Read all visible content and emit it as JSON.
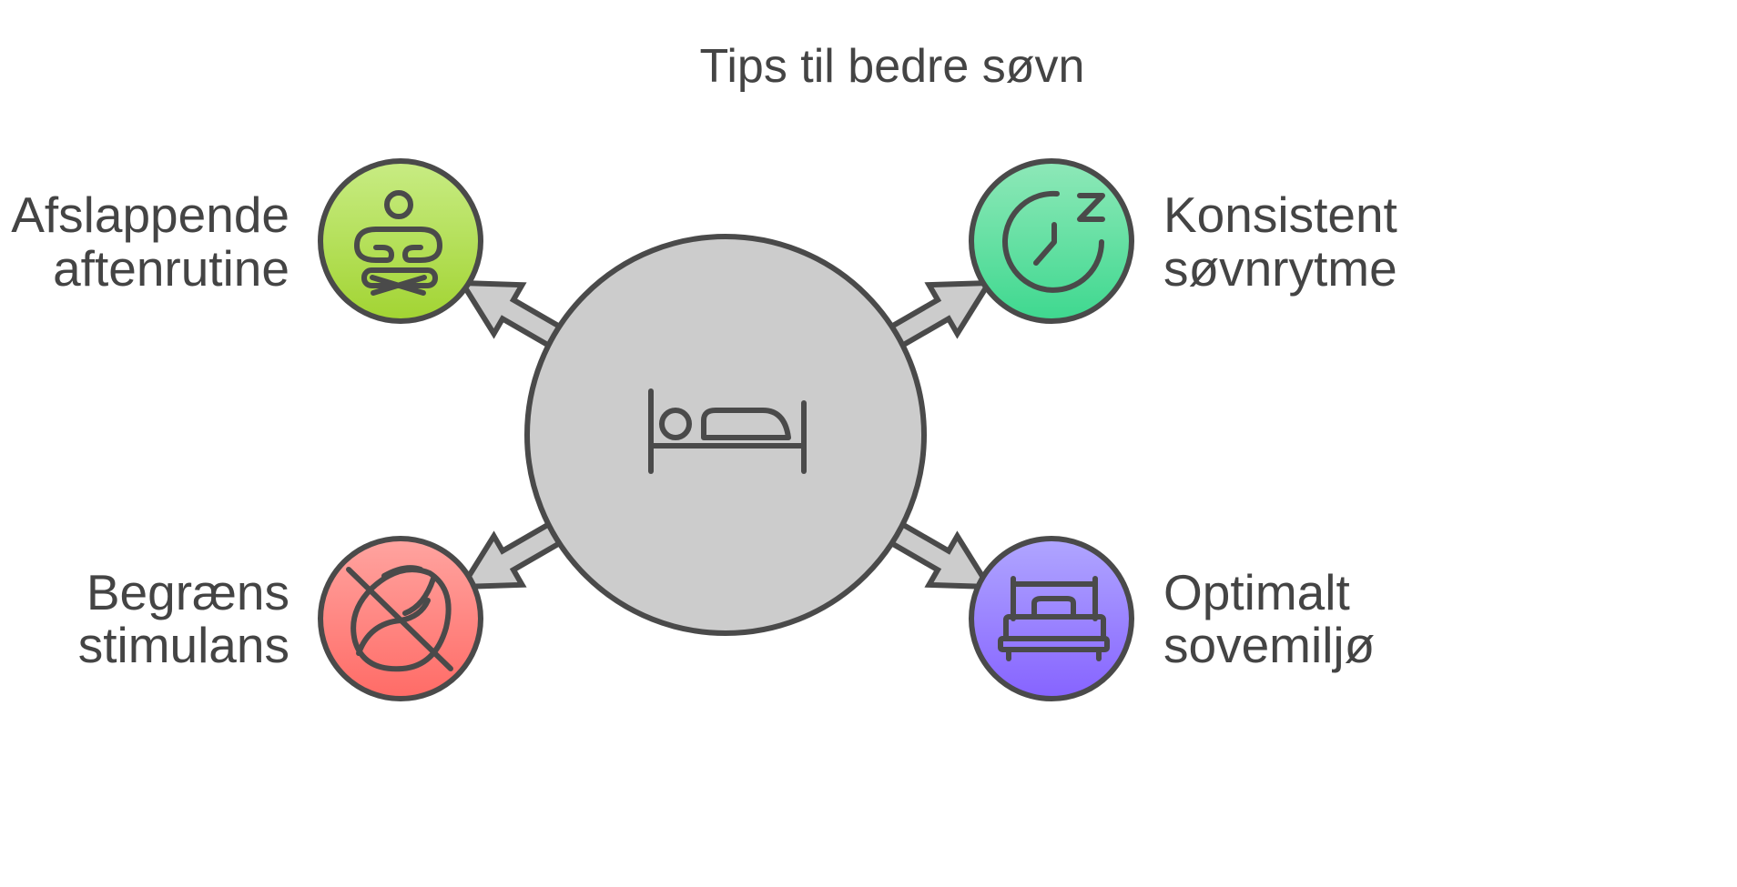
{
  "title": "Tips til bedre søvn",
  "center": {
    "icon": "bed-icon",
    "fill": "#cccccc"
  },
  "tips": [
    {
      "id": "relax",
      "lines": [
        "Afslappende",
        "aftenrutine"
      ],
      "icon": "meditation-icon",
      "gradient": [
        "#c8ec84",
        "#a2d432"
      ]
    },
    {
      "id": "rhythm",
      "lines": [
        "Konsistent",
        "søvnrytme"
      ],
      "icon": "clock-zzz-icon",
      "gradient": [
        "#8ee8b8",
        "#3ed88f"
      ]
    },
    {
      "id": "stimulants",
      "lines": [
        "Begræns",
        "stimulans"
      ],
      "icon": "no-coffee-bean-icon",
      "gradient": [
        "#ffa4a0",
        "#ff6b66"
      ]
    },
    {
      "id": "environment",
      "lines": [
        "Optimalt",
        "sovemiljø"
      ],
      "icon": "double-bed-icon",
      "gradient": [
        "#b0a6ff",
        "#8663ff"
      ]
    }
  ]
}
